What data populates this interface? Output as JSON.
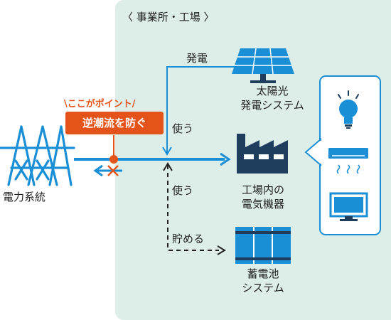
{
  "section_title": "〈 事業所・工場 〉",
  "labels": {
    "generation": "発電",
    "use_top": "使う",
    "use_bottom": "使う",
    "store": "貯める",
    "power_grid": "電力系統"
  },
  "nodes": {
    "solar": [
      "太陽光",
      "発電システム"
    ],
    "factory": [
      "工場内の",
      "電気機器"
    ],
    "battery": [
      "蓄電池",
      "システム"
    ]
  },
  "callout": {
    "point": "\\ここがポイント/",
    "badge": "逆潮流を防ぐ"
  },
  "colors": {
    "accent_blue": "#1a8fd6",
    "dark_navy": "#1f3d5c",
    "orange": "#e4531a",
    "panel_bg": "#ddeee9"
  },
  "icons": [
    "power-tower-icon",
    "solar-panel-icon",
    "factory-icon",
    "light-bulb-icon",
    "air-conditioner-icon",
    "monitor-icon",
    "battery-cabinet-icon",
    "block-x-icon"
  ]
}
